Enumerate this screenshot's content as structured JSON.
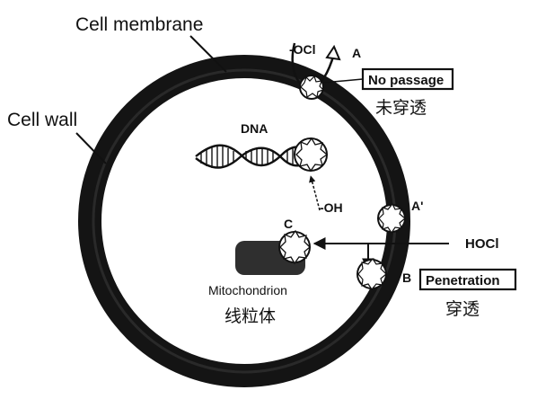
{
  "labels": {
    "cell_membrane": "Cell membrane",
    "cell_wall": "Cell wall",
    "ocl_ion": "-OCl",
    "marker_a": "A",
    "no_passage": "No passage",
    "no_passage_cn": "未穿透",
    "dna": "DNA",
    "hydroxyl": "-OH",
    "marker_a_prime": "A'",
    "marker_c": "C",
    "hocl": "HOCl",
    "marker_b": "B",
    "penetration": "Penetration",
    "penetration_cn": "穿透",
    "mitochondrion": "Mitochondrion",
    "mitochondrion_cn": "线粒体"
  },
  "colors": {
    "wall": "#141414",
    "membrane_band": "#3a3a3a",
    "organelle": "#2f2f2f",
    "ink": "#111111"
  }
}
